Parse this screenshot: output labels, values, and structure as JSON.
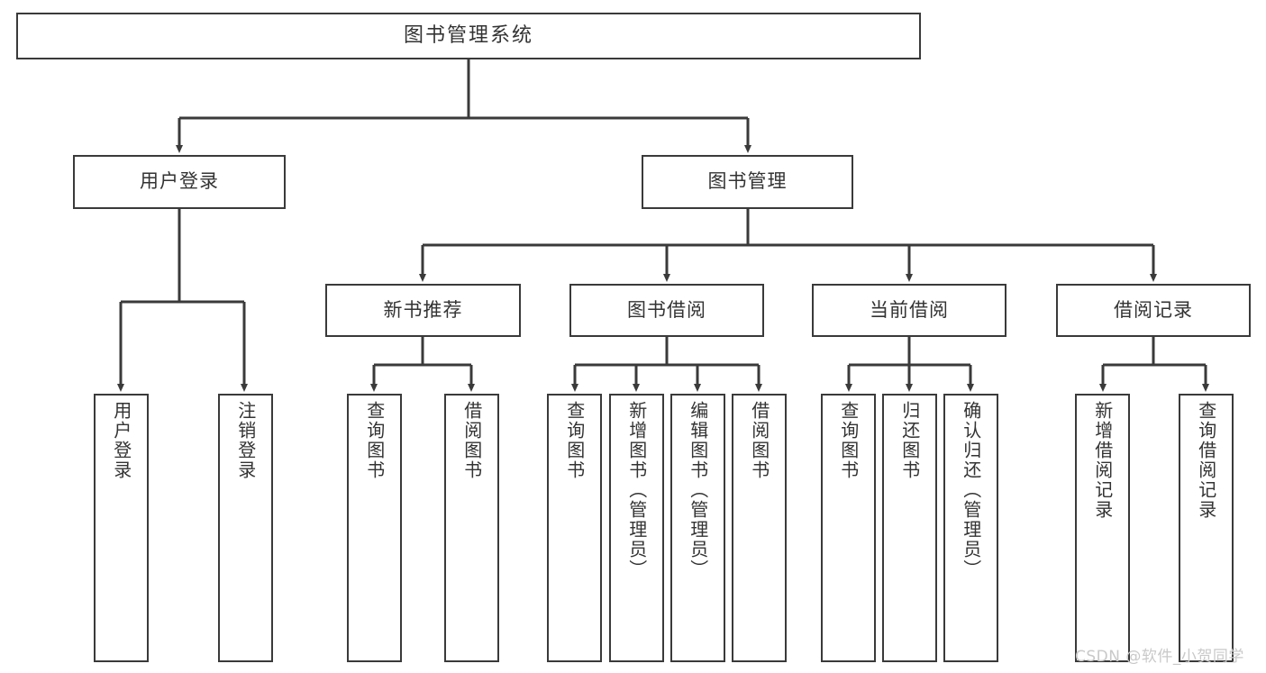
{
  "diagram": {
    "type": "tree-hierarchy",
    "title": "图书管理系统",
    "orientation": "top-down",
    "colors": {
      "stroke": "#3a3a3a",
      "box_fill": "#ffffff",
      "text": "#333333",
      "watermark": "#c9c9c9",
      "background": "#ffffff"
    },
    "root": {
      "label": "图书管理系统",
      "children": [
        {
          "label": "用户登录",
          "children": [
            {
              "label": "用户登录"
            },
            {
              "label": "注销登录"
            }
          ]
        },
        {
          "label": "图书管理",
          "children": [
            {
              "label": "新书推荐",
              "children": [
                {
                  "label": "查询图书"
                },
                {
                  "label": "借阅图书"
                }
              ]
            },
            {
              "label": "图书借阅",
              "children": [
                {
                  "label": "查询图书"
                },
                {
                  "label": "新增图书（管理员）"
                },
                {
                  "label": "编辑图书（管理员）"
                },
                {
                  "label": "借阅图书"
                }
              ]
            },
            {
              "label": "当前借阅",
              "children": [
                {
                  "label": "查询图书"
                },
                {
                  "label": "归还图书"
                },
                {
                  "label": "确认归还（管理员）"
                }
              ]
            },
            {
              "label": "借阅记录",
              "children": [
                {
                  "label": "新增借阅记录"
                },
                {
                  "label": "查询借阅记录"
                }
              ]
            }
          ]
        }
      ]
    }
  },
  "nodes": {
    "root": "图书管理系统",
    "l2": {
      "user_login": "用户登录",
      "book_manage": "图书管理"
    },
    "l3": {
      "new_book_rec": "新书推荐",
      "book_borrow": "图书借阅",
      "current_borrow": "当前借阅",
      "borrow_record": "借阅记录"
    },
    "l4": {
      "user_login_1": "用户登录",
      "user_login_2": "注销登录",
      "new_book_1": "查询图书",
      "new_book_2": "借阅图书",
      "borrow_1": "查询图书",
      "borrow_2": "新增图书（管理员）",
      "borrow_3": "编辑图书（管理员）",
      "borrow_4": "借阅图书",
      "current_1": "查询图书",
      "current_2": "归还图书",
      "current_3": "确认归还（管理员）",
      "record_1": "新增借阅记录",
      "record_2": "查询借阅记录"
    }
  },
  "watermark": {
    "text": "CSDN @软件_小贺同学"
  }
}
